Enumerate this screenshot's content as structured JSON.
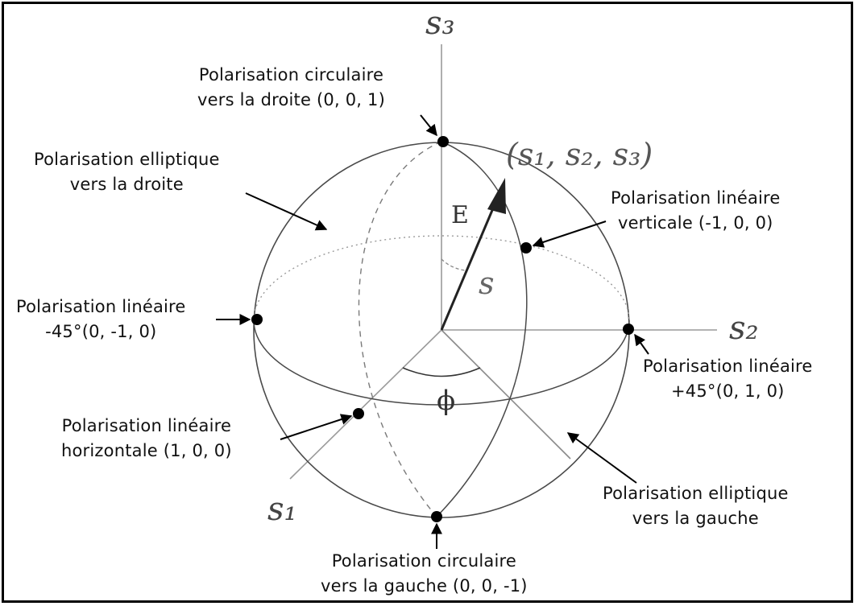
{
  "axes": {
    "s1": "s₁",
    "s2": "s₂",
    "s3": "s₃"
  },
  "vector": {
    "coords": "(s₁, s₂, s₃)",
    "symbol": "s",
    "theta": "Ε",
    "phi": "ϕ"
  },
  "labels": {
    "circular_right": [
      "Polarisation circulaire",
      "vers la droite (0, 0, 1)"
    ],
    "elliptic_right": [
      "Polarisation elliptique",
      "vers la droite"
    ],
    "linear_vertical": [
      "Polarisation linéaire",
      "verticale (-1, 0, 0)"
    ],
    "linear_minus45": [
      "Polarisation linéaire",
      "-45°(0, -1, 0)"
    ],
    "linear_plus45": [
      "Polarisation linéaire",
      "+45°(0, 1, 0)"
    ],
    "linear_horizontal": [
      "Polarisation linéaire",
      "horizontale (1, 0, 0)"
    ],
    "elliptic_left": [
      "Polarisation elliptique",
      "vers la gauche"
    ],
    "circular_left": [
      "Polarisation circulaire",
      "vers la gauche (0, 0, -1)"
    ]
  },
  "colors": {
    "sphere": "#4a4a4a",
    "dashed": "#7a7a7a",
    "dotted": "#9a9a9a",
    "axes": "#9a9a9a",
    "points": "#000000"
  }
}
